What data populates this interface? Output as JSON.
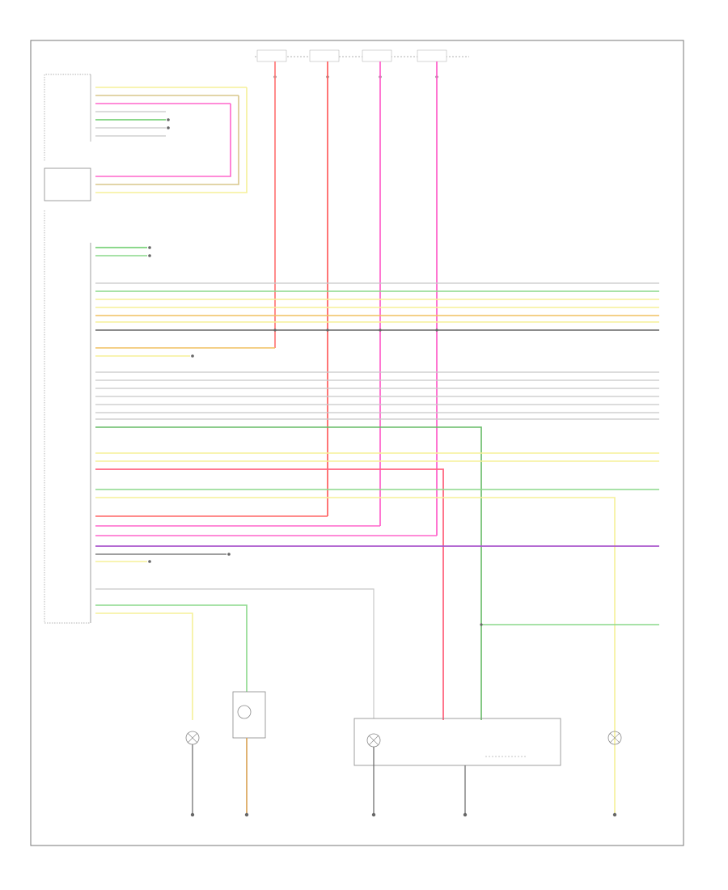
{
  "page": {
    "number": ""
  },
  "colors": {
    "frame": "#777777",
    "red": "#ff8080",
    "pink": "#ff66cc",
    "green": "#8cd98c",
    "yellow": "#f5f099",
    "orange": "#f0c060",
    "grey": "#c8c8c8",
    "dark": "#666666",
    "purple": "#aa55cc",
    "tan": "#d9c78c"
  },
  "fuses": [
    {
      "id": "fuse-1",
      "label": ""
    },
    {
      "id": "fuse-2",
      "label": ""
    },
    {
      "id": "fuse-3",
      "label": ""
    },
    {
      "id": "fuse-4",
      "label": ""
    }
  ],
  "components": {
    "left_module": {
      "name": ""
    },
    "left_lamp": {
      "name": ""
    },
    "left_fog_assembly": {
      "name": ""
    },
    "right_headlamp_assembly": {
      "name": ""
    },
    "right_lamp": {
      "name": ""
    }
  },
  "grounds": [
    {
      "id": "ground-1",
      "label": ""
    },
    {
      "id": "ground-2",
      "label": ""
    },
    {
      "id": "ground-3",
      "label": ""
    },
    {
      "id": "ground-4",
      "label": ""
    },
    {
      "id": "ground-5",
      "label": ""
    }
  ]
}
